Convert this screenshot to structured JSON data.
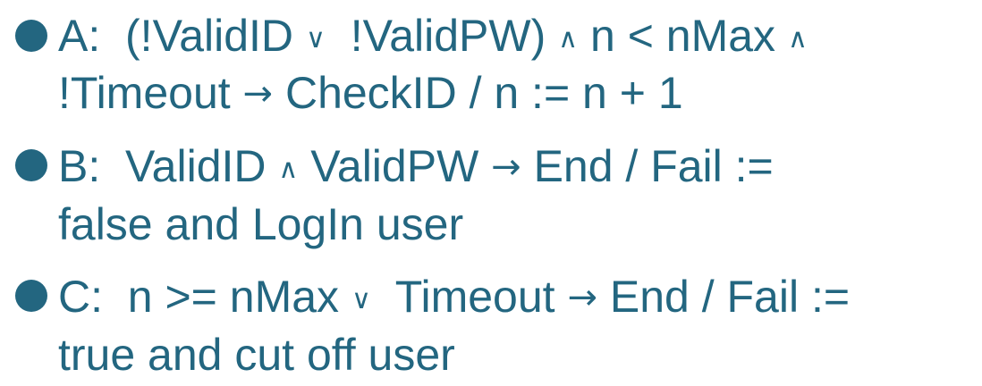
{
  "bullets": [
    {
      "line1": {
        "a": "A:  (!ValidID ",
        "or": "∨",
        "b": "  !ValidPW) ",
        "and1": "∧",
        "c": " n < nMax ",
        "and2": "∧"
      },
      "line2": {
        "a": "!Timeout ",
        "arrow": "→",
        "b": " CheckID / n := n + 1"
      }
    },
    {
      "line1": {
        "a": "B:  ValidID ",
        "and": "∧",
        "b": " ValidPW ",
        "arrow": "→",
        "c": " End / Fail :="
      },
      "line2": {
        "a": "false and LogIn user"
      }
    },
    {
      "line1": {
        "a": "C:  n >= nMax ",
        "or": "∨",
        "b": "  Timeout ",
        "arrow": "→",
        "c": " End / Fail :="
      },
      "line2": {
        "a": "true and cut off user"
      }
    }
  ],
  "colors": {
    "text": "#236680",
    "bullet": "#236680",
    "background": "#ffffff"
  }
}
